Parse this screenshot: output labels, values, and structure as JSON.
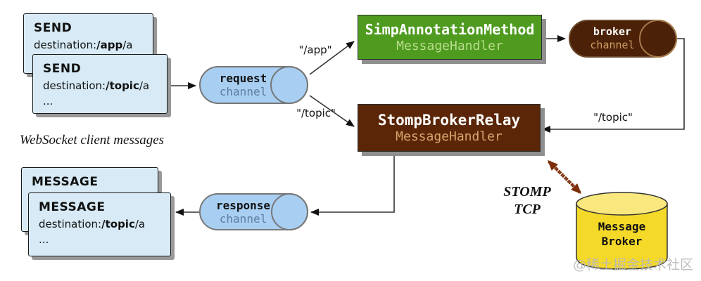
{
  "cards": {
    "send_back": {
      "title": "SEND",
      "dest_prefix": "destination:",
      "dest_bold": "/app",
      "dest_suffix": "/a"
    },
    "send_front": {
      "title": "SEND",
      "dest_prefix": "destination:",
      "dest_bold": "/topic",
      "dest_suffix": "/a",
      "ellipsis": "..."
    },
    "message_back": {
      "title": "MESSAGE"
    },
    "message_front": {
      "title": "MESSAGE",
      "dest_prefix": "destination:",
      "dest_bold": "/topic",
      "dest_suffix": "/a",
      "ellipsis": "..."
    }
  },
  "caption": "WebSocket client messages",
  "channels": {
    "request": {
      "line1": "request",
      "line2": "channel"
    },
    "response": {
      "line1": "response",
      "line2": "channel"
    },
    "broker": {
      "line1": "broker",
      "line2": "channel"
    }
  },
  "handlers": {
    "annotation": {
      "line1": "SimpAnnotationMethod",
      "line2": "MessageHandler"
    },
    "relay": {
      "line1": "StompBrokerRelay",
      "line2": "MessageHandler"
    }
  },
  "labels": {
    "app": "\"/app\"",
    "topic_to_relay": "\"/topic\"",
    "topic_from_broker": "\"/topic\"",
    "stomp": "STOMP",
    "tcp": "TCP"
  },
  "message_broker": {
    "line1": "Message",
    "line2": "Broker"
  },
  "watermark": "@稀土掘金技术社区",
  "colors": {
    "card_fill": "#d7eaf5",
    "channel_fill": "#a8cff2",
    "annotation_fill": "#4e9b1f",
    "relay_fill": "#5a2607",
    "broker_channel_fill": "#4b2108",
    "db_fill": "#f5d929",
    "db_top_fill": "#f9e87d",
    "stomp_arrow": "#7c2d0a",
    "annotation_sub": "#b9dd8b",
    "relay_sub": "#d5a76f",
    "broker_sub": "#cf9e63",
    "channel_sub": "#5f7d9c"
  }
}
